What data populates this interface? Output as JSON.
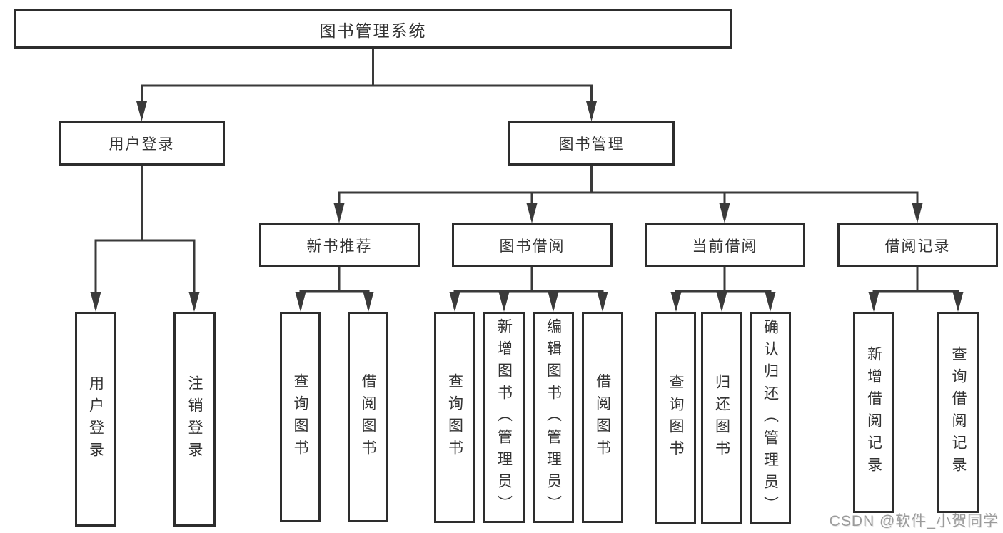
{
  "diagram": {
    "type": "hierarchy-tree",
    "title": "图书管理系统"
  },
  "tree": {
    "label": "图书管理系统",
    "children": [
      {
        "label": "用户登录",
        "children": [
          {
            "label": "用户登录"
          },
          {
            "label": "注销登录"
          }
        ]
      },
      {
        "label": "图书管理",
        "children": [
          {
            "label": "新书推荐",
            "children": [
              {
                "label": "查询图书"
              },
              {
                "label": "借阅图书"
              }
            ]
          },
          {
            "label": "图书借阅",
            "children": [
              {
                "label": "查询图书"
              },
              {
                "label": "新增图书（管理员）"
              },
              {
                "label": "编辑图书（管理员）"
              },
              {
                "label": "借阅图书"
              }
            ]
          },
          {
            "label": "当前借阅",
            "children": [
              {
                "label": "查询图书"
              },
              {
                "label": "归还图书"
              },
              {
                "label": "确认归还（管理员）"
              }
            ]
          },
          {
            "label": "借阅记录",
            "children": [
              {
                "label": "新增借阅记录"
              },
              {
                "label": "查询借阅记录"
              }
            ]
          }
        ]
      }
    ]
  },
  "watermark": "CSDN @软件_小贺同学",
  "colors": {
    "line": "#3a3a3a",
    "box_border": "#2d2d2d",
    "box_fill": "#ffffff",
    "text": "#333333",
    "watermark": "#9b9b9b",
    "background": "#ffffff"
  }
}
